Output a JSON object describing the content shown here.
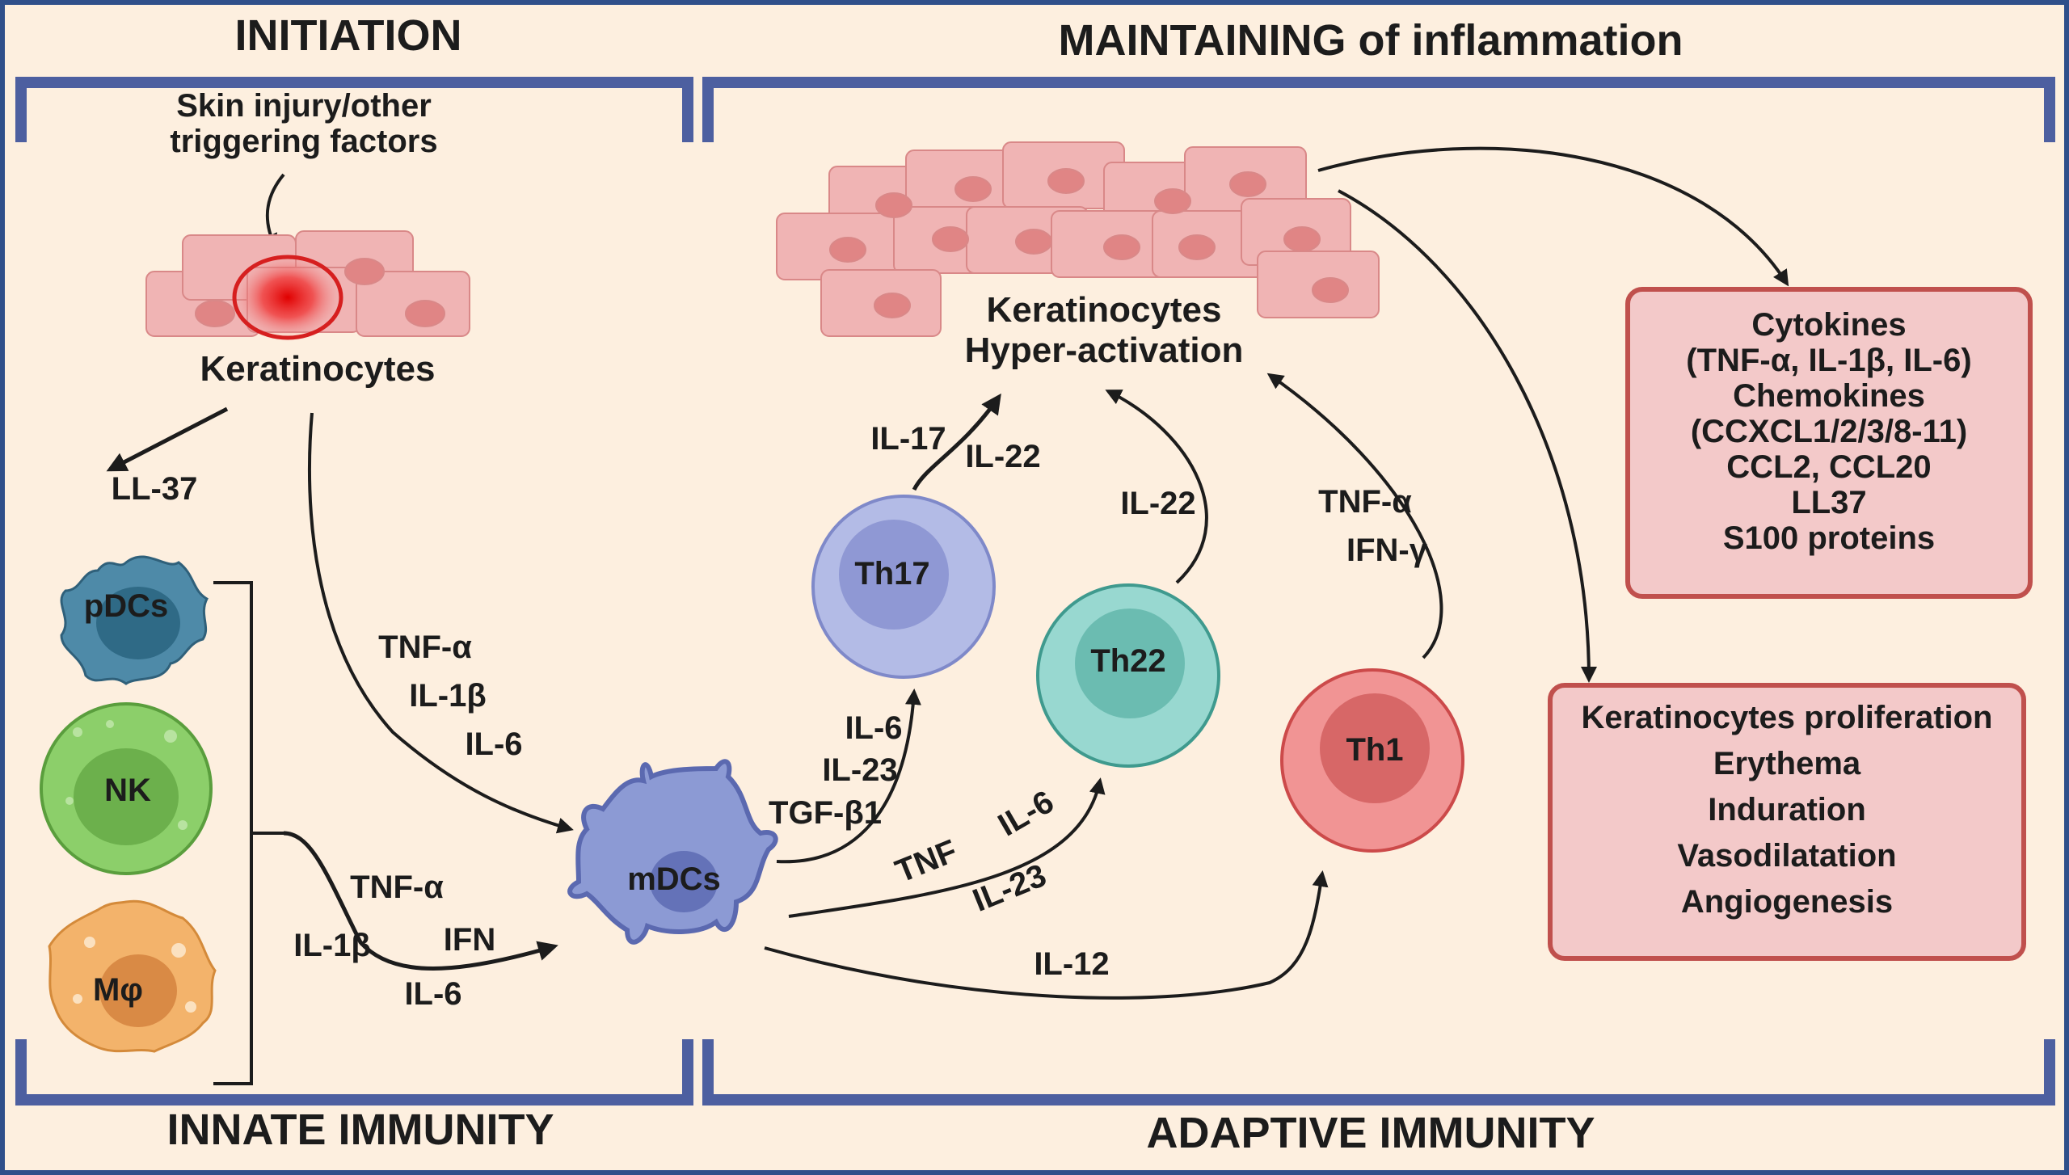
{
  "sections": {
    "initiation": "INITIATION",
    "maintaining": "MAINTAINING of inflammation",
    "innate": "INNATE IMMUNITY",
    "adaptive": "ADAPTIVE IMMUNITY"
  },
  "trigger": {
    "line1": "Skin injury/other",
    "line2": "triggering factors"
  },
  "keratinocytes_label": "Keratinocytes",
  "hyper": {
    "line1": "Keratinocytes",
    "line2": "Hyper-activation"
  },
  "ll37": "LL-37",
  "cells": {
    "pdcs": "pDCs",
    "nk": "NK",
    "macrophage": "Mφ",
    "mdcs": "mDCs",
    "th17": "Th17",
    "th22": "Th22",
    "th1": "Th1"
  },
  "cytokines_to_mdcs": {
    "tnfa": "TNF-α",
    "il1b": "IL-1β",
    "il6": "IL-6"
  },
  "innate_to_mdcs": {
    "tnfa": "TNF-α",
    "ifn": "IFN",
    "il1b": "IL-1β",
    "il6": "IL-6"
  },
  "mdcs_to_th17": {
    "il6": "IL-6",
    "il23": "IL-23",
    "tgfb1": "TGF-β1"
  },
  "mdcs_to_th22": {
    "tnf": "TNF",
    "il6": "IL-6",
    "il23": "IL-23"
  },
  "mdcs_to_th1": {
    "il12": "IL-12"
  },
  "th17_out": {
    "il17": "IL-17",
    "il22": "IL-22"
  },
  "th22_out": {
    "il22": "IL-22"
  },
  "th1_out": {
    "tnfa": "TNF-α",
    "ifng": "IFN-γ"
  },
  "box_cytokines": [
    "Cytokines",
    "(TNF-α, IL-1β, IL-6)",
    "Chemokines",
    "(CCXCL1/2/3/8-11)",
    "CCL2, CCL20",
    "LL37",
    "S100 proteins"
  ],
  "box_effects": [
    "Keratinocytes proliferation",
    "Erythema",
    "Induration",
    "Vasodilatation",
    "Angiogenesis"
  ],
  "colors": {
    "background": "#fdefdf",
    "bracket": "#4d5fa0",
    "box_fill": "#f3c9c9",
    "box_border": "#c0504d",
    "keratinocyte": "#f0b4b4",
    "th17": "#a8b2e0",
    "th22": "#8fd3cc",
    "th1": "#ef8f8f",
    "mdcs": "#8c9ad4",
    "pdcs": "#3f7f9f",
    "nk": "#8ccf6a",
    "macrophage": "#f3b36b"
  }
}
